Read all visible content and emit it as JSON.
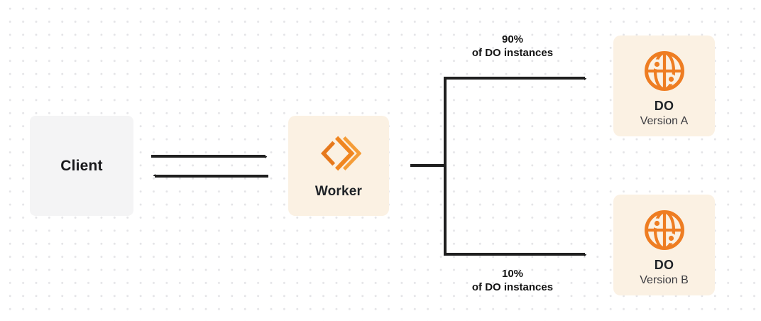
{
  "diagram": {
    "kind": "worker-durable-object-traffic-split",
    "background_dot_color": "#e4e4e7"
  },
  "nodes": {
    "client": {
      "label": "Client",
      "bg": "#f4f4f5"
    },
    "worker": {
      "label": "Worker",
      "bg": "#fbf1e3",
      "icon": "workers-logo-icon"
    },
    "do_version_a": {
      "label": "DO",
      "sublabel": "Version A",
      "bg": "#fbf1e3",
      "icon": "globe-icon"
    },
    "do_version_b": {
      "label": "DO",
      "sublabel": "Version B",
      "bg": "#fbf1e3",
      "icon": "globe-icon"
    }
  },
  "edges": {
    "client_worker": {
      "style": "two arrows, request and response"
    },
    "split_top": {
      "percent": "90%",
      "caption": "of DO instances"
    },
    "split_bottom": {
      "percent": "10%",
      "caption": "of DO instances"
    }
  },
  "colors": {
    "orange": "#ee7d22",
    "orange_dark": "#e6791d",
    "orange_light": "#f59d38",
    "line": "#1f1f1f",
    "text_dark": "#18181b",
    "text_sub": "#3b3b40"
  }
}
